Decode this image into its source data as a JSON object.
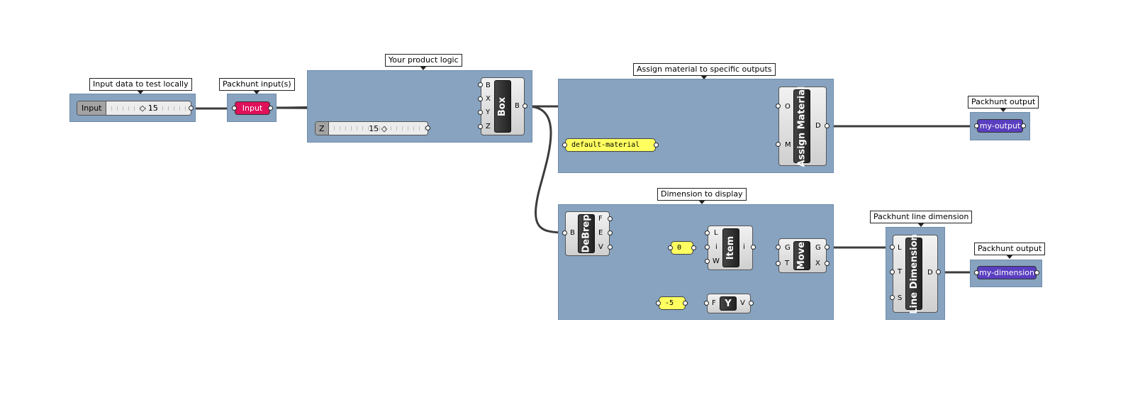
{
  "groups": {
    "input_data": "Input data to test locally",
    "packhunt_inputs": "Packhunt input(s)",
    "product_logic": "Your product logic",
    "assign_material": "Assign material to specific outputs",
    "dimension_display": "Dimension to display",
    "line_dimension": "Packhunt line dimension",
    "packhunt_output_1": "Packhunt output",
    "packhunt_output_2": "Packhunt output"
  },
  "input_slider": {
    "name": "Input",
    "value": "15"
  },
  "z_slider": {
    "name": "Z",
    "value": "15"
  },
  "input_param": {
    "label": "Input",
    "color": "#e0105a"
  },
  "box": {
    "title": "Box",
    "inputs": [
      "B",
      "X",
      "Y",
      "Z"
    ],
    "output": "B"
  },
  "assign": {
    "title": "Assign Material",
    "inputs": [
      "O",
      "M"
    ],
    "output": "D"
  },
  "default_material": "default-material",
  "outputs": {
    "my_output": "my-output",
    "my_dimension": "my-dimension",
    "color": "#5a3fc0"
  },
  "debrep": {
    "title": "DeBrep",
    "input": "B",
    "outputs": [
      "F",
      "E",
      "V"
    ]
  },
  "item": {
    "title": "Item",
    "inputs": [
      "L",
      "i",
      "W"
    ],
    "output": "i"
  },
  "index_panel": "0",
  "move": {
    "title": "Move",
    "inputs": [
      "G",
      "T"
    ],
    "outputs": [
      "G",
      "X"
    ]
  },
  "neg_panel": "-5",
  "yvec": {
    "title": "Y",
    "input": "F",
    "output": "V"
  },
  "linedim": {
    "title": "Line Dimension",
    "inputs": [
      "L",
      "T",
      "S"
    ],
    "output": "D"
  },
  "colors": {
    "group_bg": "#87a3c0",
    "panel_yellow": "#ffff60"
  }
}
